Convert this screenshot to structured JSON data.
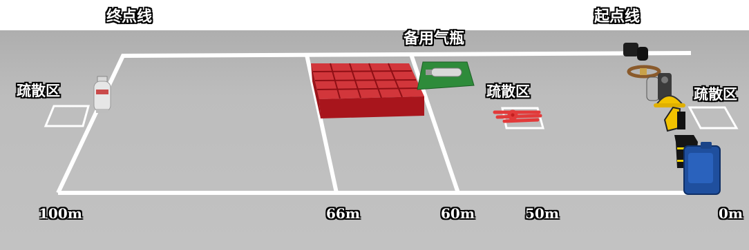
{
  "titles": {
    "finish_line": "终点线",
    "start_line": "起点线",
    "spare_cylinder": "备用气瓶"
  },
  "zones": {
    "left": "疏散区",
    "middle": "疏散区",
    "right": "疏散区"
  },
  "distances": [
    "100m",
    "66m",
    "60m",
    "50m",
    "0m"
  ],
  "colors": {
    "ground": "#bdbdbd",
    "lines": "#ffffff",
    "box_red": "#c0262b",
    "board_green": "#2e8b3a",
    "tank_blue": "#1f4f9e",
    "helmet_yellow": "#f2c200"
  }
}
